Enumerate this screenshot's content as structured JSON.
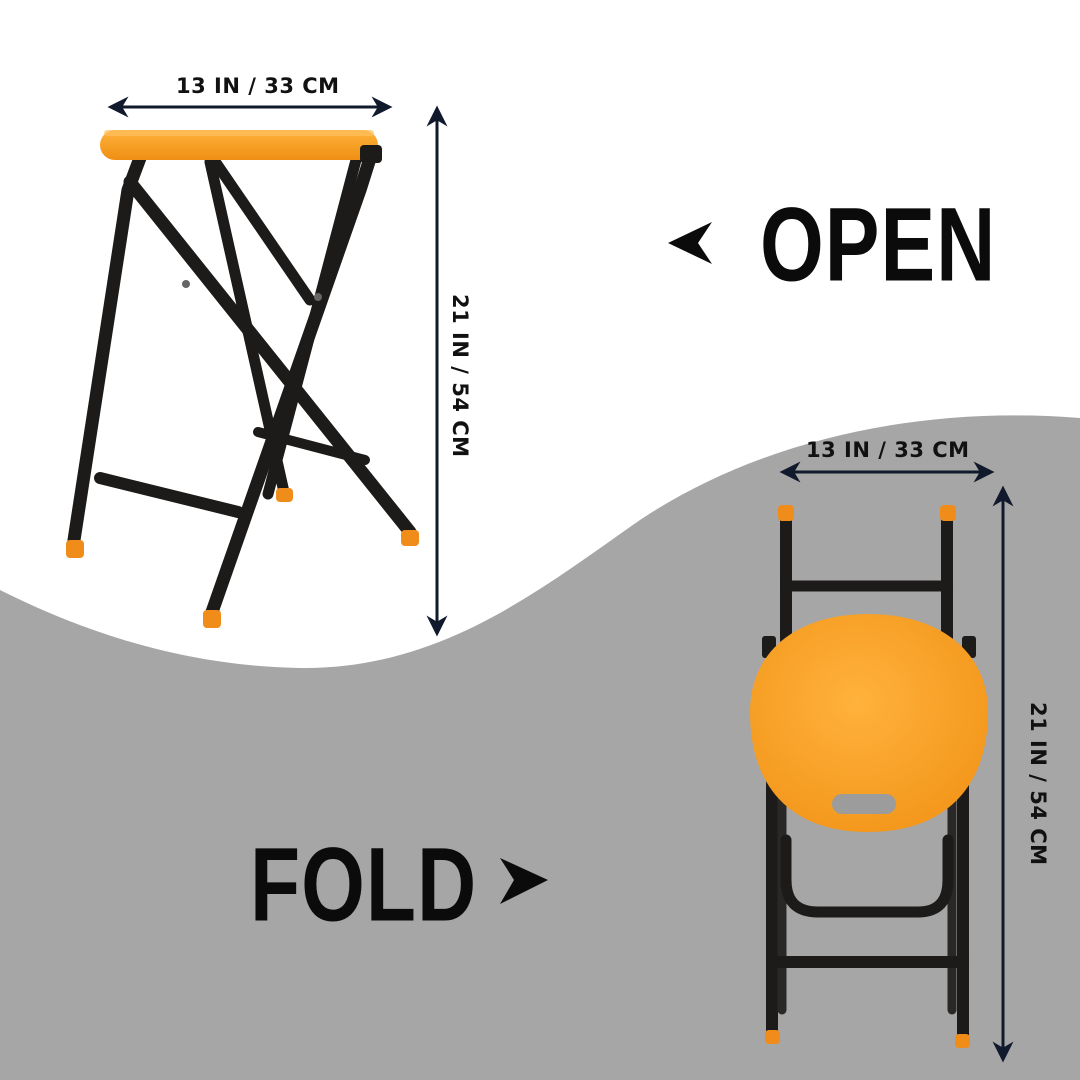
{
  "labels": {
    "open": "OPEN",
    "fold": "FOLD",
    "open_width": "13 IN / 33 CM",
    "open_height": "21 IN / 54 CM",
    "fold_width": "13 IN / 33 CM",
    "fold_height": "21 IN / 54 CM"
  },
  "colors": {
    "background_top": "#ffffff",
    "background_bottom": "#a6a6a6",
    "seat_orange": "#f7a024",
    "frame_black": "#1d1b19",
    "text": "#0b0b0b",
    "arrow_navy": "#111a2c"
  },
  "icons": {
    "open_arrow": "chevron-left-arrow-icon",
    "fold_arrow": "chevron-right-arrow-icon"
  }
}
